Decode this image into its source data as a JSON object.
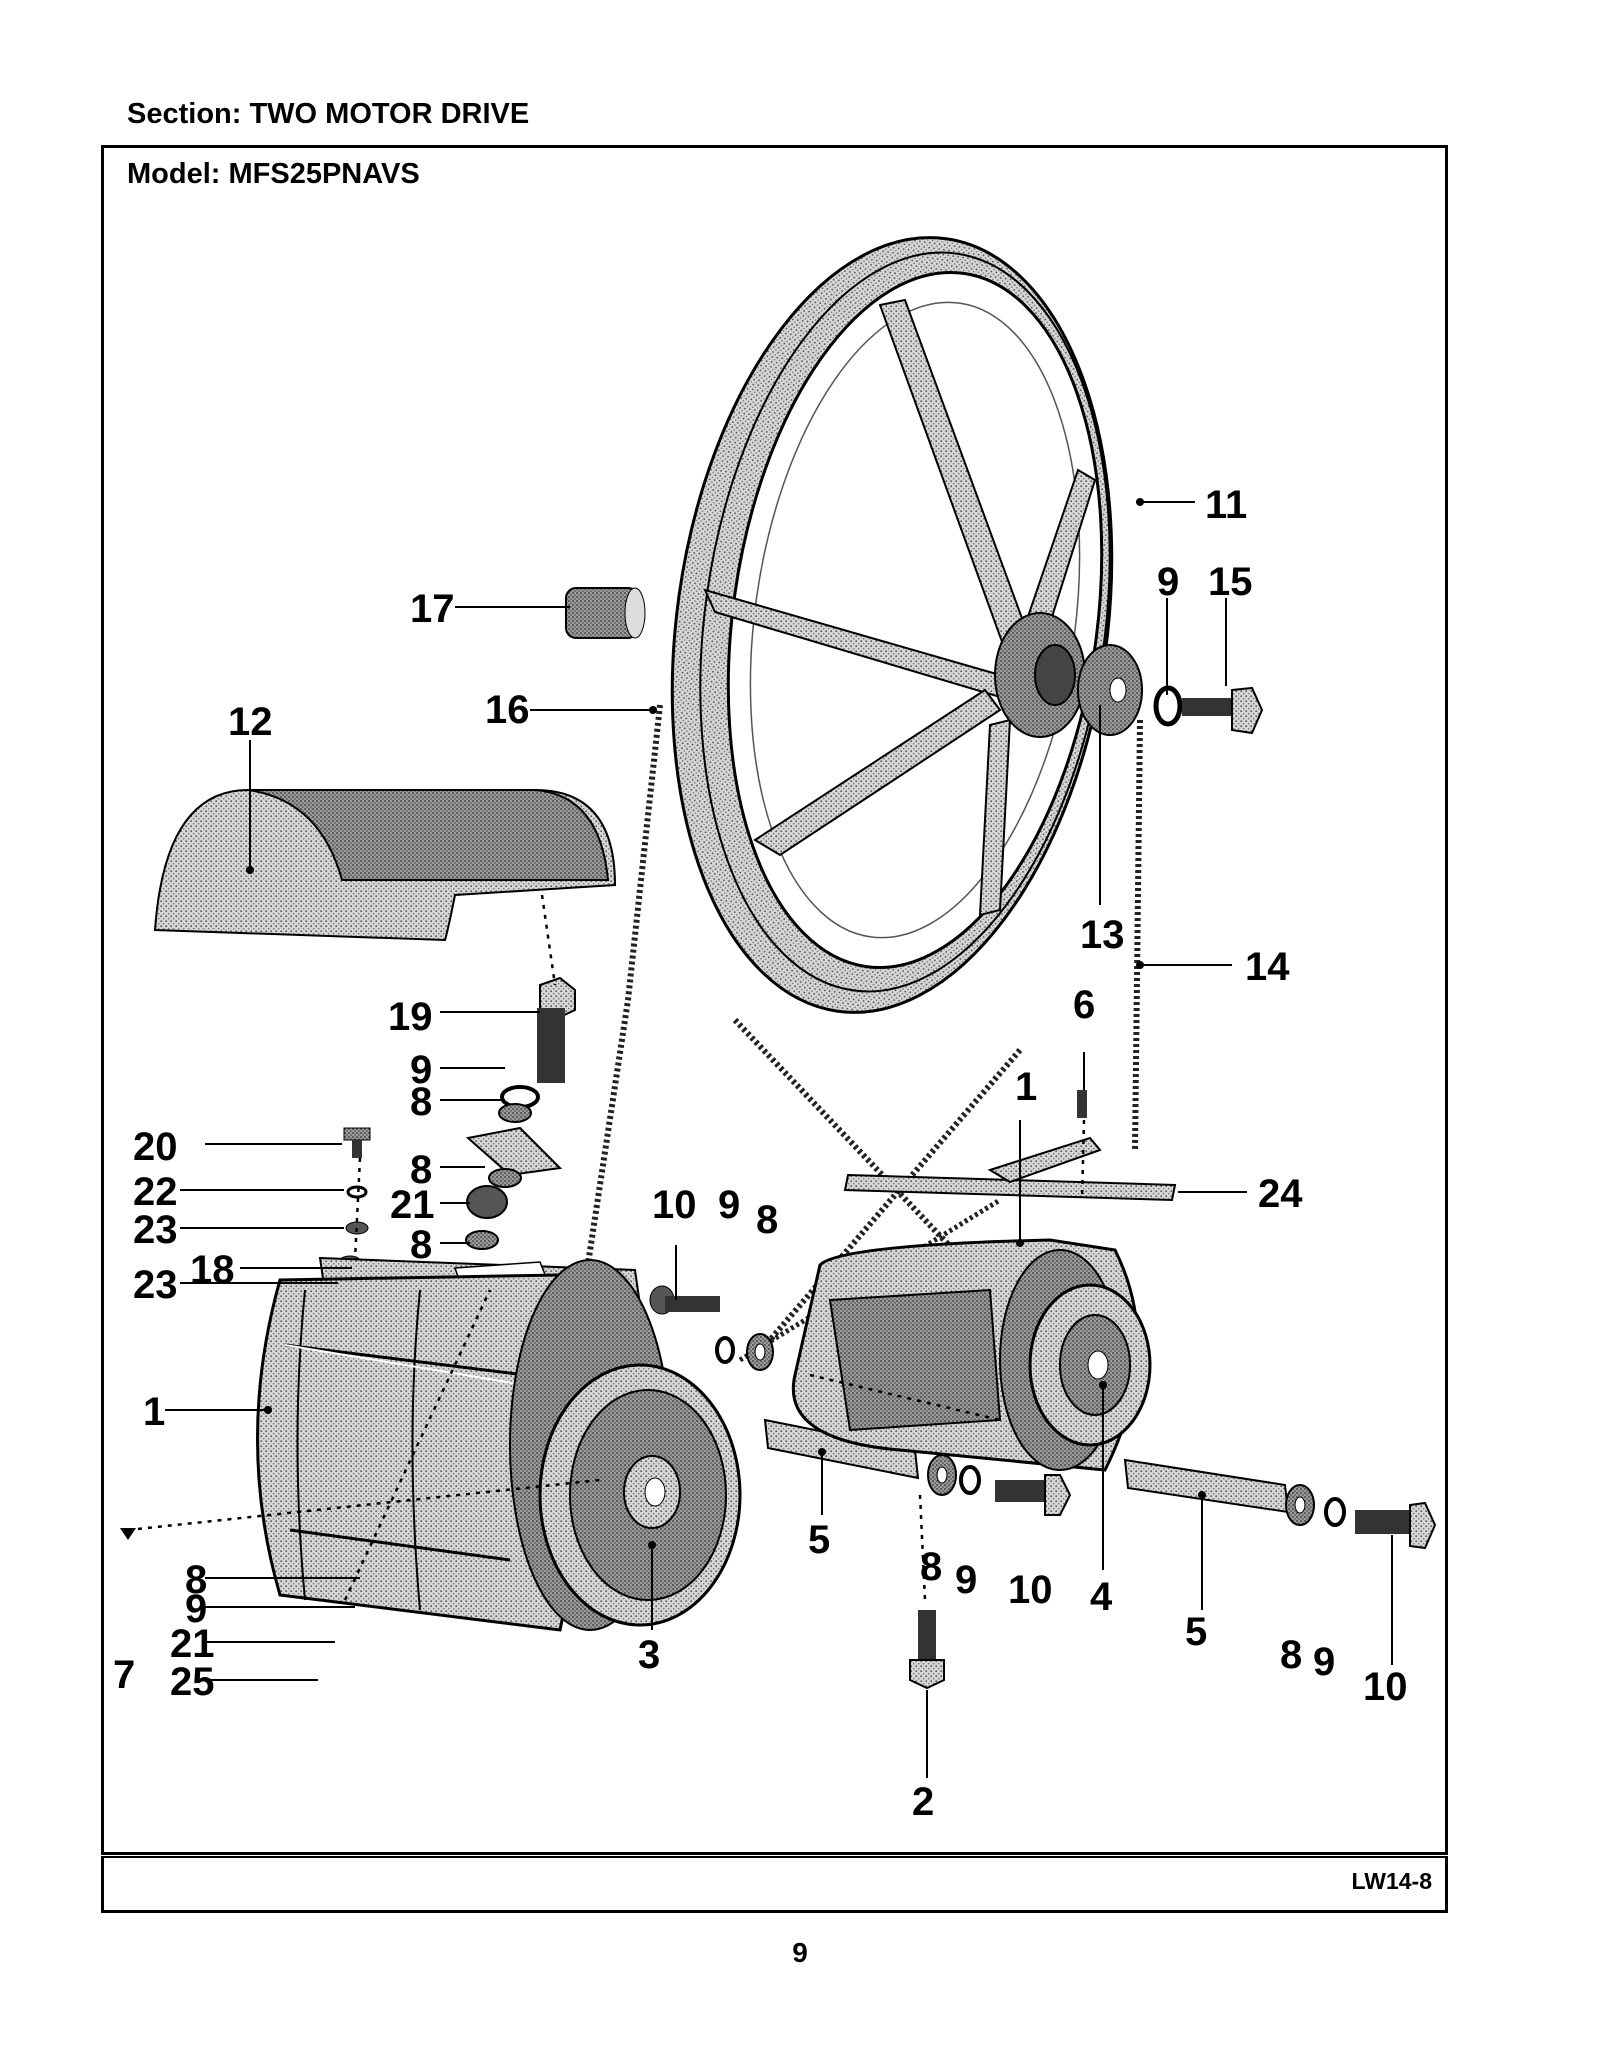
{
  "header": {
    "section_label": "Section:  TWO MOTOR DRIVE",
    "model_label": "Model:  MFS25PNAVS"
  },
  "footer": {
    "doc_code": "LW14-8",
    "page_number": "9"
  },
  "callouts": {
    "c11": "11",
    "c9_top": "9",
    "c15": "15",
    "c17": "17",
    "c16": "16",
    "c12": "12",
    "c13": "13",
    "c14": "14",
    "c19": "19",
    "c9_l1": "9",
    "c8_l1": "8",
    "c6": "6",
    "c1_right": "1",
    "c20": "20",
    "c8_l2": "8",
    "c22": "22",
    "c21_a": "21",
    "c24": "24",
    "c23_a": "23",
    "c10_mid": "10",
    "c9_mid": "9",
    "c8_mid": "8",
    "c8_l3": "8",
    "c18": "18",
    "c23_b": "23",
    "c1_left": "1",
    "c7": "7",
    "c8_l4": "8",
    "c9_l4": "9",
    "c21_b": "21",
    "c25": "25",
    "c3": "3",
    "c5_mid": "5",
    "c8_b": "8",
    "c9_b": "9",
    "c10_b": "10",
    "c4": "4",
    "c5_r": "5",
    "c8_r": "8",
    "c9_r": "9",
    "c10_r": "10",
    "c2": "2"
  }
}
